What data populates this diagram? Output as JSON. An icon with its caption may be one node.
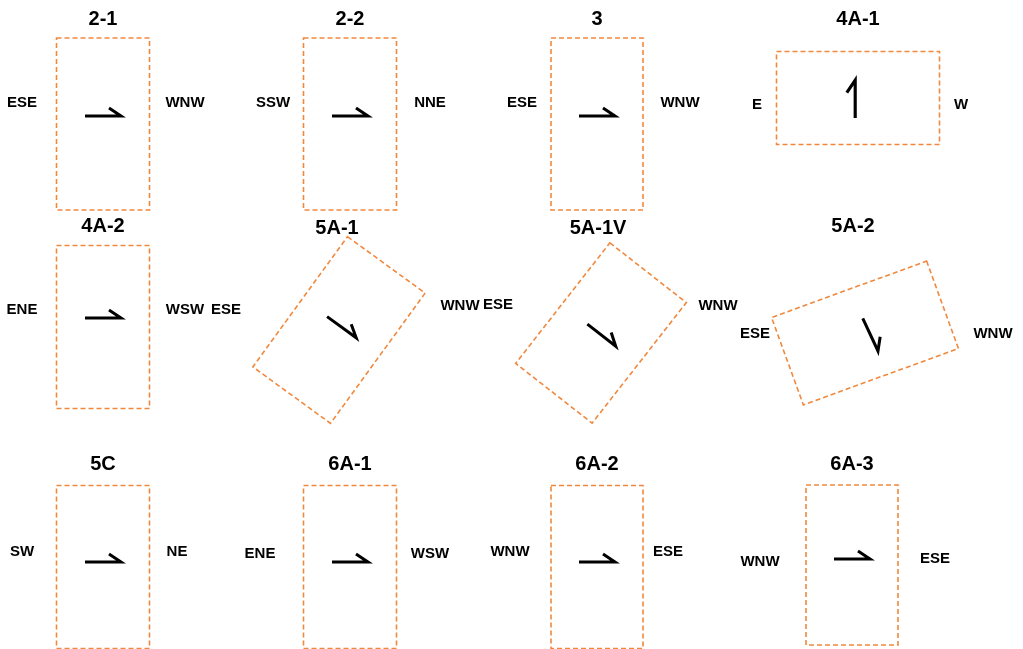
{
  "diagram": {
    "nodes": [
      {
        "text": [
          "2-1"
        ],
        "beside": [
          "ESE",
          "WNW"
        ]
      },
      {
        "text": [
          "2-2"
        ],
        "beside": [
          "SSW",
          "NNE"
        ]
      },
      {
        "text": [
          "3"
        ],
        "beside": [
          "ESE",
          "WNW"
        ]
      },
      {
        "text": [
          "4A-1"
        ],
        "beside": [
          "E",
          "W"
        ]
      },
      {
        "text": [
          "4A-2"
        ],
        "beside": [
          "ENE",
          "WSW"
        ]
      },
      {
        "text": [
          "5A-1"
        ],
        "beside": [
          "ESE",
          "WNW"
        ]
      },
      {
        "text": [
          "5A-1V"
        ],
        "beside": [
          "ESE",
          "WNW"
        ]
      },
      {
        "text": [
          "5A-2"
        ],
        "beside": [
          "ESE",
          "WNW"
        ]
      },
      {
        "text": [
          "5C"
        ],
        "beside": [
          "SW",
          "NE"
        ]
      },
      {
        "text": [
          "6A-1"
        ],
        "beside": [
          "ENE",
          "WSW"
        ]
      },
      {
        "text": [
          "6A-2"
        ],
        "beside": [
          "WNW",
          "ESE"
        ]
      },
      {
        "text": [
          "6A-3"
        ],
        "beside": [
          "WNW",
          "ESE"
        ]
      }
    ]
  }
}
